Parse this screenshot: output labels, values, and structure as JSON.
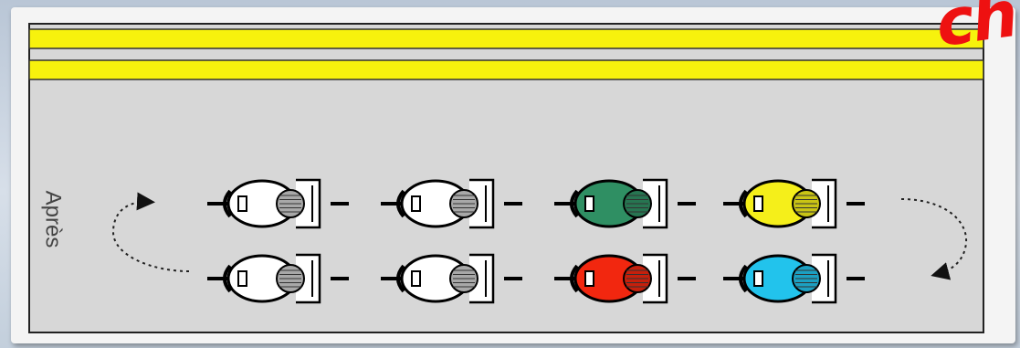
{
  "label": "Après",
  "watermark": "ch",
  "colors": {
    "road": "#d7d7d7",
    "stripe": "#f7f20d",
    "neutral": "#ffffff",
    "green": "#2f8f63",
    "yellow": "#f5ef1a",
    "red": "#f2270f",
    "cyan": "#22c3ec"
  },
  "rows": [
    {
      "motos": [
        "neutral",
        "neutral",
        "green",
        "yellow"
      ]
    },
    {
      "motos": [
        "neutral",
        "neutral",
        "red",
        "cyan"
      ]
    }
  ]
}
